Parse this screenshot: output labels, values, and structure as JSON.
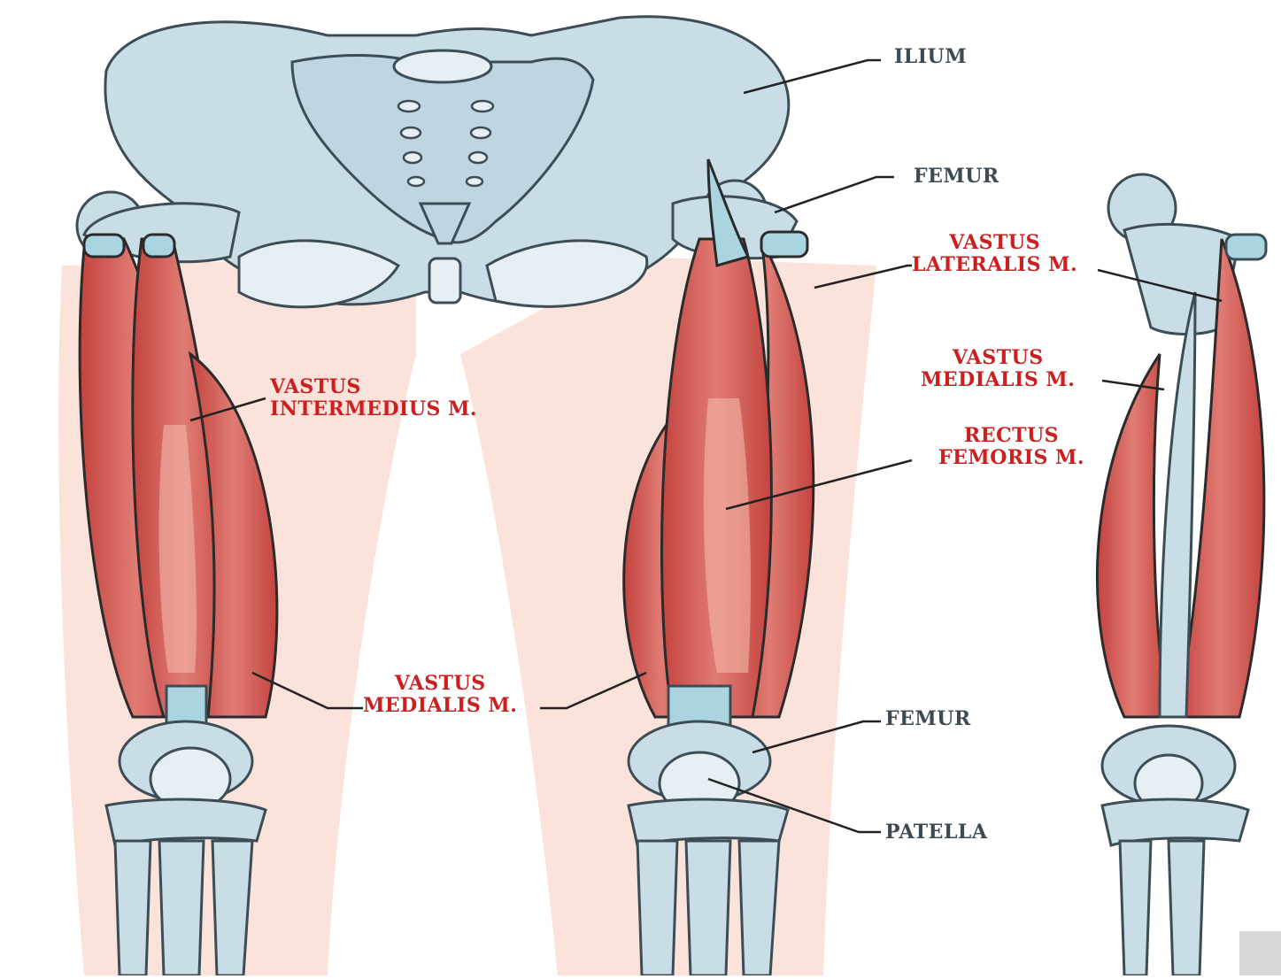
{
  "colors": {
    "bone_fill": "#c9dde6",
    "bone_stroke": "#3d4d55",
    "bone_light": "#e6f0f4",
    "muscle_fill": "#dd6a66",
    "muscle_dark": "#c0403f",
    "muscle_light": "#f4b8a8",
    "skin": "#fbe3db",
    "tendon": "#a9d4e0",
    "label_bone": "#3e4a52",
    "label_muscle": "#cc1f1f",
    "leader": "#222222"
  },
  "labels": {
    "ilium": [
      "ILIUM"
    ],
    "femur_top": [
      "FEMUR"
    ],
    "vastus_lateralis": [
      "VASTUS",
      "LATERALIS M."
    ],
    "vastus_medialis_right": [
      "VASTUS",
      "MEDIALIS M."
    ],
    "rectus_femoris": [
      "RECTUS",
      "FEMORIS M."
    ],
    "vastus_intermedius": [
      "VASTUS",
      "INTERMEDIUS M."
    ],
    "vastus_medialis_center": [
      "VASTUS",
      "MEDIALIS M."
    ],
    "femur_bottom": [
      "FEMUR"
    ],
    "patella": [
      "PATELLA"
    ]
  }
}
